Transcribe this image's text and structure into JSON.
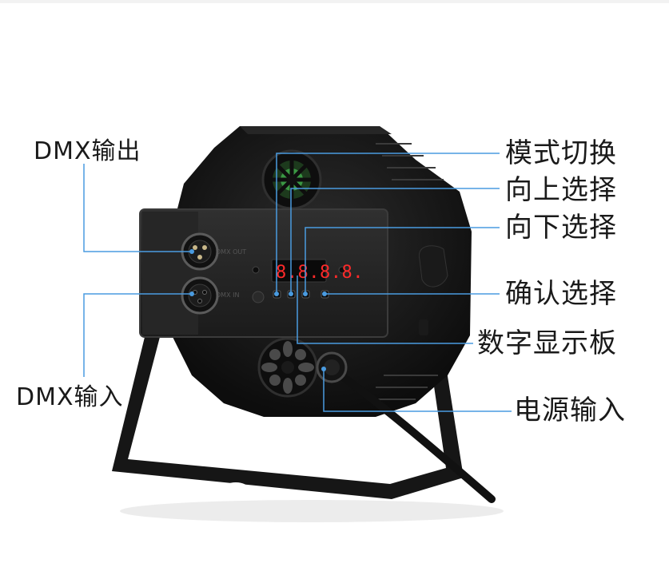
{
  "labels": {
    "dmx_out": "DMX输出",
    "dmx_in": "DMX输入",
    "mode_switch": "模式切换",
    "select_up": "向上选择",
    "select_down": "向下选择",
    "confirm_select": "确认选择",
    "digital_display": "数字显示板",
    "power_input": "电源输入"
  },
  "display_readout": "8.8.8.8.",
  "colors": {
    "callout_line": "#4a9be0",
    "device_body": "#151515",
    "panel": "#242424",
    "label_text": "#1a1a1a",
    "display_digits": "#ff2a2a"
  }
}
